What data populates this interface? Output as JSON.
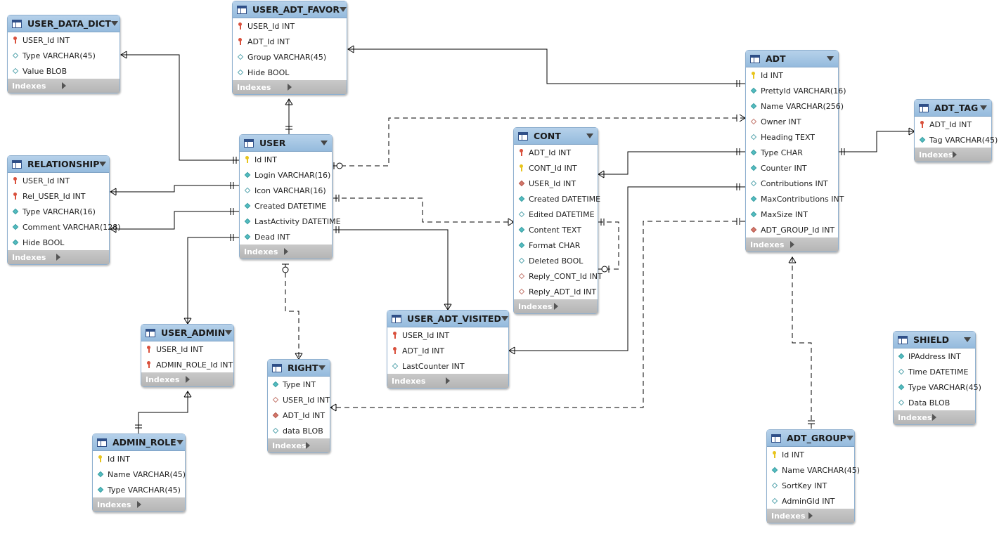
{
  "colors": {
    "header": "#a7c7e7",
    "footer": "#bdbdbd",
    "pk_key": "#e8c41c",
    "fk_key": "#d9503c",
    "column_diamond": "#53bcc0",
    "fk_diamond": "#d4776a"
  },
  "indexes_label": "Indexes",
  "tables": {
    "user_data_dict": {
      "name": "USER_DATA_DICT",
      "columns": [
        {
          "icon": "key-red",
          "label": "USER_Id INT"
        },
        {
          "icon": "dia-open",
          "label": "Type VARCHAR(45)"
        },
        {
          "icon": "dia-open",
          "label": "Value BLOB"
        }
      ]
    },
    "user_adt_favor": {
      "name": "USER_ADT_FAVOR",
      "columns": [
        {
          "icon": "key-red",
          "label": "USER_Id INT"
        },
        {
          "icon": "key-red",
          "label": "ADT_Id INT"
        },
        {
          "icon": "dia-open",
          "label": "Group VARCHAR(45)"
        },
        {
          "icon": "dia-open",
          "label": "Hide BOOL"
        }
      ]
    },
    "adt": {
      "name": "ADT",
      "columns": [
        {
          "icon": "key-yellow",
          "label": "Id INT"
        },
        {
          "icon": "dia-full",
          "label": "PrettyId VARCHAR(16)"
        },
        {
          "icon": "dia-full",
          "label": "Name VARCHAR(256)"
        },
        {
          "icon": "dia-redopen",
          "label": "Owner INT"
        },
        {
          "icon": "dia-open",
          "label": "Heading TEXT"
        },
        {
          "icon": "dia-full",
          "label": "Type CHAR"
        },
        {
          "icon": "dia-full",
          "label": "Counter INT"
        },
        {
          "icon": "dia-open",
          "label": "Contributions INT"
        },
        {
          "icon": "dia-full",
          "label": "MaxContributions INT"
        },
        {
          "icon": "dia-full",
          "label": "MaxSize INT"
        },
        {
          "icon": "dia-red",
          "label": "ADT_GROUP_Id INT"
        }
      ]
    },
    "adt_tag": {
      "name": "ADT_TAG",
      "columns": [
        {
          "icon": "key-red",
          "label": "ADT_Id INT"
        },
        {
          "icon": "dia-full",
          "label": "Tag VARCHAR(45)"
        }
      ]
    },
    "relationship": {
      "name": "RELATIONSHIP",
      "columns": [
        {
          "icon": "key-red",
          "label": "USER_Id INT"
        },
        {
          "icon": "key-red",
          "label": "Rel_USER_Id INT"
        },
        {
          "icon": "dia-full",
          "label": "Type VARCHAR(16)"
        },
        {
          "icon": "dia-full",
          "label": "Comment VARCHAR(128)"
        },
        {
          "icon": "dia-full",
          "label": "Hide BOOL"
        }
      ]
    },
    "user": {
      "name": "USER",
      "columns": [
        {
          "icon": "key-yellow",
          "label": "Id INT"
        },
        {
          "icon": "dia-full",
          "label": "Login VARCHAR(16)"
        },
        {
          "icon": "dia-open",
          "label": "Icon VARCHAR(16)"
        },
        {
          "icon": "dia-full",
          "label": "Created DATETIME"
        },
        {
          "icon": "dia-full",
          "label": "LastActivity DATETIME"
        },
        {
          "icon": "dia-full",
          "label": "Dead INT"
        }
      ]
    },
    "cont": {
      "name": "CONT",
      "columns": [
        {
          "icon": "key-red",
          "label": "ADT_Id INT"
        },
        {
          "icon": "key-yellow",
          "label": "CONT_Id INT"
        },
        {
          "icon": "dia-red",
          "label": "USER_Id INT"
        },
        {
          "icon": "dia-full",
          "label": "Created DATETIME"
        },
        {
          "icon": "dia-open",
          "label": "Edited DATETIME"
        },
        {
          "icon": "dia-full",
          "label": "Content TEXT"
        },
        {
          "icon": "dia-full",
          "label": "Format CHAR"
        },
        {
          "icon": "dia-open",
          "label": "Deleted BOOL"
        },
        {
          "icon": "dia-redopen",
          "label": "Reply_CONT_Id INT"
        },
        {
          "icon": "dia-redopen",
          "label": "Reply_ADT_Id INT"
        }
      ]
    },
    "user_admin": {
      "name": "USER_ADMIN",
      "columns": [
        {
          "icon": "key-red",
          "label": "USER_Id INT"
        },
        {
          "icon": "key-red",
          "label": "ADMIN_ROLE_Id INT"
        }
      ]
    },
    "user_adt_visited": {
      "name": "USER_ADT_VISITED",
      "columns": [
        {
          "icon": "key-red",
          "label": "USER_Id INT"
        },
        {
          "icon": "key-red",
          "label": "ADT_Id INT"
        },
        {
          "icon": "dia-open",
          "label": "LastCounter INT"
        }
      ]
    },
    "right": {
      "name": "RIGHT",
      "columns": [
        {
          "icon": "dia-full",
          "label": "Type INT"
        },
        {
          "icon": "dia-redopen",
          "label": "USER_Id INT"
        },
        {
          "icon": "dia-red",
          "label": "ADT_Id INT"
        },
        {
          "icon": "dia-open",
          "label": "data BLOB"
        }
      ]
    },
    "shield": {
      "name": "SHIELD",
      "columns": [
        {
          "icon": "dia-full",
          "label": "IPAddress INT"
        },
        {
          "icon": "dia-open",
          "label": "Time DATETIME"
        },
        {
          "icon": "dia-full",
          "label": "Type VARCHAR(45)"
        },
        {
          "icon": "dia-open",
          "label": "Data BLOB"
        }
      ]
    },
    "admin_role": {
      "name": "ADMIN_ROLE",
      "columns": [
        {
          "icon": "key-yellow",
          "label": "Id INT"
        },
        {
          "icon": "dia-full",
          "label": "Name VARCHAR(45)"
        },
        {
          "icon": "dia-full",
          "label": "Type VARCHAR(45)"
        }
      ]
    },
    "adt_group": {
      "name": "ADT_GROUP",
      "columns": [
        {
          "icon": "key-yellow",
          "label": "Id INT"
        },
        {
          "icon": "dia-full",
          "label": "Name VARCHAR(45)"
        },
        {
          "icon": "dia-open",
          "label": "SortKey INT"
        },
        {
          "icon": "dia-open",
          "label": "AdminGId INT"
        }
      ]
    }
  }
}
